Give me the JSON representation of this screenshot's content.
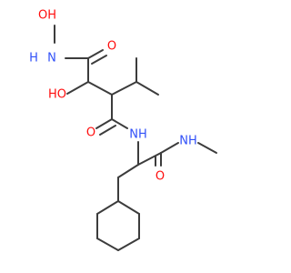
{
  "molecule": {
    "colors": {
      "bond": "#3c3c3c",
      "oxygen": "#ff0d0d",
      "nitrogen": "#3050f8",
      "background": "#ffffff"
    },
    "labels": {
      "hydroxylamine_oh": "OH",
      "hydroxylamine_nh": "H",
      "amide1_o": "O",
      "hydroxy": "HO",
      "amide2_o": "O",
      "amide_nh": "NH",
      "amide3_o": "O",
      "amide3_nh": "NH"
    }
  }
}
